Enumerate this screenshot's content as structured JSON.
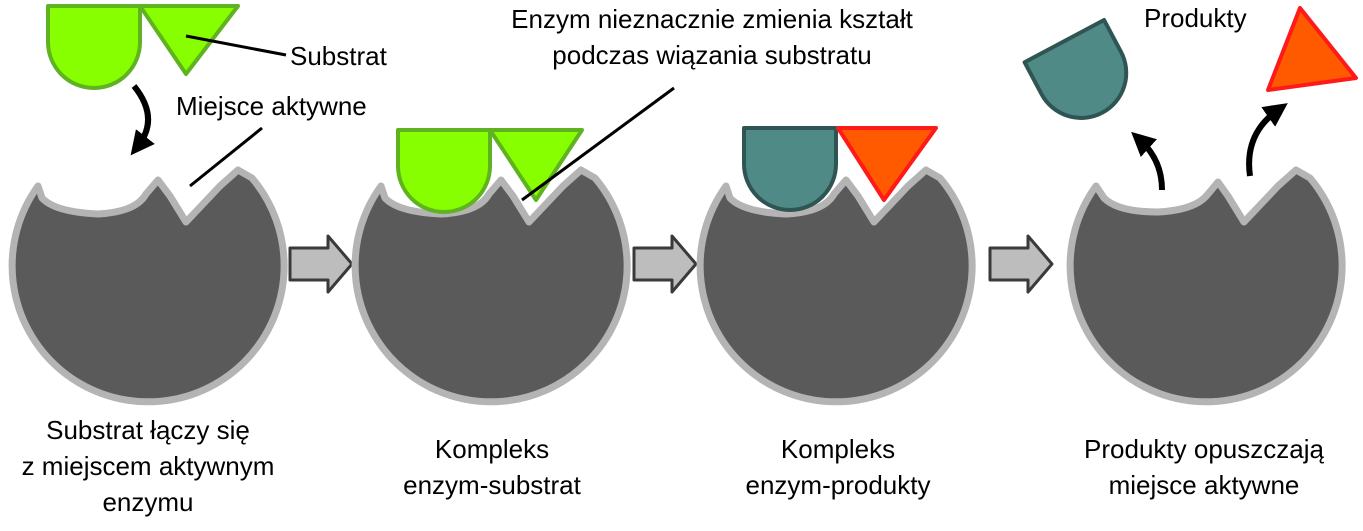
{
  "labels": {
    "substrate": "Substrat",
    "active_site": "Miejsce aktywne",
    "shape_change_line1": "Enzym nieznacznie zmienia kształt",
    "shape_change_line2": "podczas wiązania substratu",
    "products": "Produkty"
  },
  "captions": [
    [
      "Substrat łączy się",
      "z miejscem aktywnym",
      "enzymu"
    ],
    [
      "Kompleks",
      "enzym-substrat"
    ],
    [
      "Kompleks",
      "enzym-produkty"
    ],
    [
      "Produkty opuszczają",
      "miejsce aktywne"
    ]
  ],
  "colors": {
    "enzyme_fill": "#5a5a5a",
    "enzyme_outline": "#b4b4b4",
    "substrate_fill": "#88ff00",
    "substrate_stroke": "#5fb320",
    "product_teal_fill": "#4f8a87",
    "product_teal_stroke": "#2f5552",
    "product_orange_fill": "#ff5a00",
    "product_orange_stroke": "#ff1a1a",
    "arrow_fill": "#bdbdbd",
    "arrow_stroke": "#3a3a3a"
  }
}
